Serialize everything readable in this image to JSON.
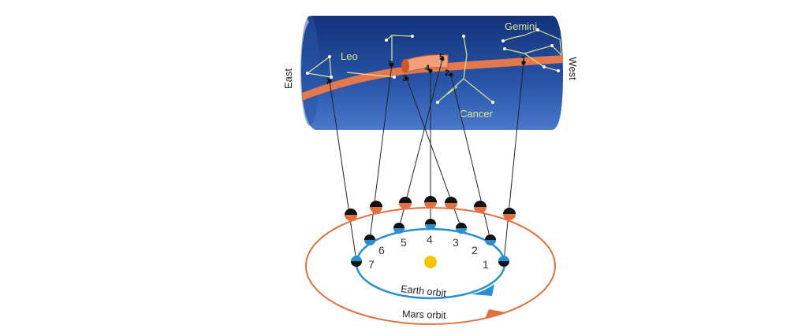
{
  "sky": {
    "east_label": "East",
    "west_label": "West",
    "constellations": [
      "Leo",
      "Gemini",
      "Cancer"
    ],
    "sky_positions": [
      "1",
      "2",
      "3",
      "4",
      "5",
      "6",
      "7"
    ]
  },
  "orbits": {
    "earth_label": "Earth orbit",
    "mars_label": "Mars orbit",
    "earth_positions": [
      "1",
      "2",
      "3",
      "4",
      "5",
      "6",
      "7"
    ]
  },
  "colors": {
    "sky_dark": "#12327a",
    "sky_light": "#3f6fc4",
    "ecliptic_band": "#e3774d",
    "constellation_lines": "#d9e98a",
    "earth_orbit": "#2a8fd0",
    "mars_orbit": "#e0703f",
    "sun": "#f4c400"
  }
}
